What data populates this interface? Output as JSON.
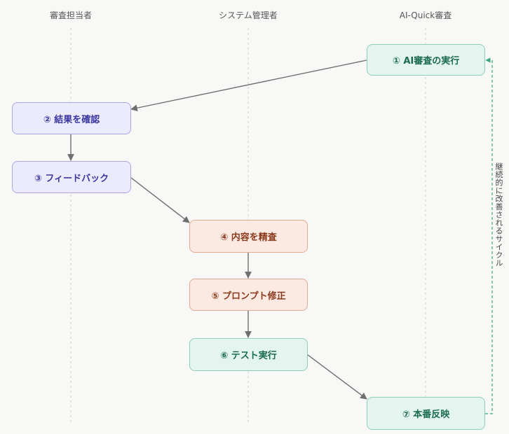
{
  "lanes": [
    {
      "title": "審査担当者"
    },
    {
      "title": "システム管理者"
    },
    {
      "title": "AI-Quick審査"
    }
  ],
  "nodes": [
    {
      "label": "① AI審査の実行",
      "lane": "AI-Quick審査"
    },
    {
      "label": "② 結果を確認",
      "lane": "審査担当者"
    },
    {
      "label": "③ フィードバック",
      "lane": "審査担当者"
    },
    {
      "label": "④ 内容を精査",
      "lane": "システム管理者"
    },
    {
      "label": "⑤ プロンプト修正",
      "lane": "システム管理者"
    },
    {
      "label": "⑥ テスト実行",
      "lane": "システム管理者"
    },
    {
      "label": "⑦ 本番反映",
      "lane": "AI-Quick審査"
    }
  ],
  "cycle_label": "継続的に改善されるサイクル",
  "colors": {
    "purple_fill": "#ecebfd",
    "orange_fill": "#fbe9e2",
    "green_fill": "#e4f4ee",
    "cycle_arrow": "#3aa57a",
    "flow_arrow": "#6f6f6f"
  }
}
